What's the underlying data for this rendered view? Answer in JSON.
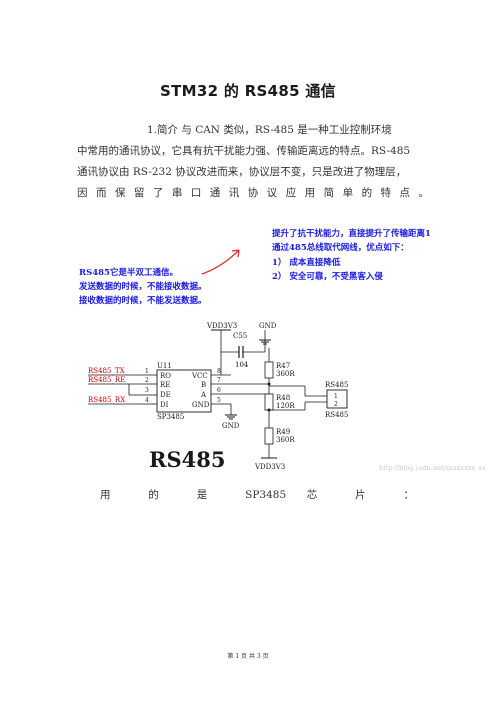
{
  "doc": {
    "title": "STM32 的 RS485 通信",
    "intro_lines": [
      "1.简介        与 CAN 类似，RS-485 是一种工业控制环境",
      "中常用的通讯协议，它具有抗干扰能力强、传输距离远的特点。RS-485",
      "通讯协议由 RS-232 协议改进而来，协议层不变，只是改进了物理层，",
      "因 而 保 留 了 串 口 通 讯 协 议 应 用 简 单 的 特 点 。"
    ],
    "caption": "用    的    是    SP3485    芯    片    ：",
    "footer": "第 1 页 共 3 页"
  },
  "figure": {
    "annotation_left": [
      "RS485它是半双工通信。",
      "发送数据的时候，不能接收数据。",
      "接收数据的时候，不能发送数据。"
    ],
    "annotation_right": [
      "提升了抗干扰能力，直接提升了传输距离1",
      "通过485总线取代网线，优点如下：",
      "1） 成本直接降低",
      "2） 安全可靠，不受黑客入侵"
    ],
    "label_big": "RS485",
    "watermark": "http://blog.csdn.net/xxxxxxxx_xx",
    "chip": {
      "ref": "U11",
      "name": "SP3485",
      "left_pins": [
        "RO",
        "RE",
        "DE",
        "DI"
      ],
      "left_nums": [
        "1",
        "2",
        "3",
        "4"
      ],
      "right_pins": [
        "VCC",
        "B",
        "A",
        "GND"
      ],
      "right_nums": [
        "8",
        "7",
        "6",
        "5"
      ]
    },
    "nets": {
      "tx": "RS485_TX",
      "re": "RS485_RE",
      "rx": "RS485_RX",
      "vdd_top": "VDD3V3",
      "vdd_bottom": "VDD3V3",
      "gnd1": "GND",
      "gnd2": "GND"
    },
    "cap": {
      "ref": "C55",
      "value": "104"
    },
    "resistors": [
      {
        "ref": "R47",
        "value": "360R"
      },
      {
        "ref": "R48",
        "value": "120R"
      },
      {
        "ref": "R49",
        "value": "360R"
      }
    ],
    "connector": {
      "ref_top": "RS485",
      "ref_bottom": "RS485",
      "pins": [
        "1",
        "2"
      ]
    },
    "colors": {
      "annotation": "#1a1ae6",
      "arrow": "#e03030",
      "wire": "#1a1a1a",
      "red_text": "#c00000"
    }
  }
}
